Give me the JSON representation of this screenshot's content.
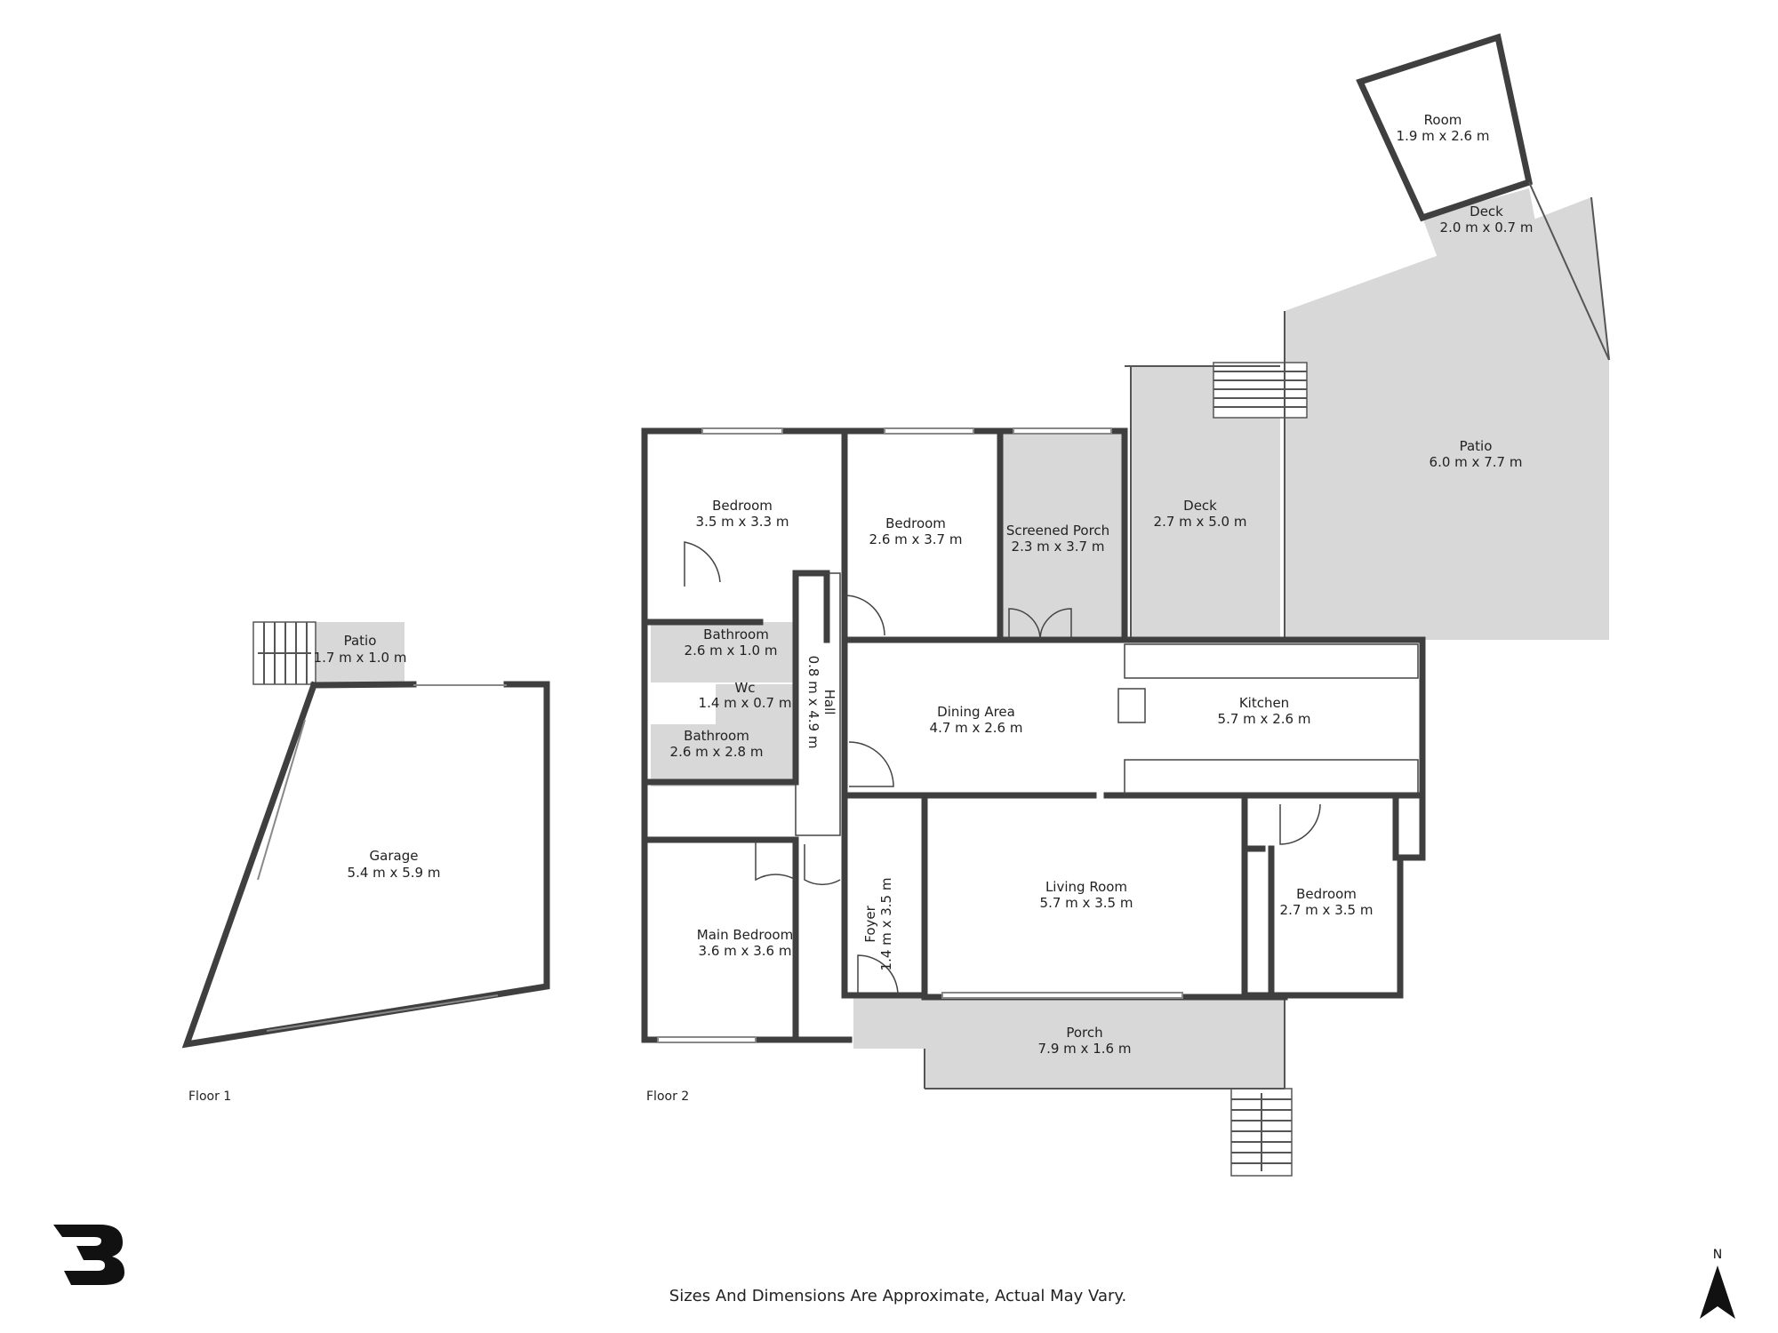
{
  "floor_labels": {
    "floor1": "Floor 1",
    "floor2": "Floor 2"
  },
  "disclaimer": "Sizes And Dimensions Are Approximate, Actual May Vary.",
  "compass": {
    "label": "N"
  },
  "rooms": {
    "garage": {
      "name": "Garage",
      "dims": "5.4 m x 5.9 m"
    },
    "patio_small": {
      "name": "Patio",
      "dims": "1.7 m x 1.0 m"
    },
    "bedroom_nw": {
      "name": "Bedroom",
      "dims": "3.5 m x 3.3 m"
    },
    "bedroom_n": {
      "name": "Bedroom",
      "dims": "2.6 m x 3.7 m"
    },
    "screened_porch": {
      "name": "Screened Porch",
      "dims": "2.3 m x 3.7 m"
    },
    "deck_main": {
      "name": "Deck",
      "dims": "2.7 m x 5.0 m"
    },
    "patio_large": {
      "name": "Patio",
      "dims": "6.0 m x 7.7 m"
    },
    "room_ne": {
      "name": "Room",
      "dims": "1.9 m x 2.6 m"
    },
    "deck_small": {
      "name": "Deck",
      "dims": "2.0 m x 0.7 m"
    },
    "bathroom_top": {
      "name": "Bathroom",
      "dims": "2.6 m x 1.0 m"
    },
    "wc": {
      "name": "Wc",
      "dims": "1.4 m x 0.7 m"
    },
    "bathroom_mid": {
      "name": "Bathroom",
      "dims": "2.6 m x 2.8 m"
    },
    "hall": {
      "name": "Hall",
      "dims": "0.8 m x 4.9 m"
    },
    "dining": {
      "name": "Dining Area",
      "dims": "4.7 m x 2.6 m"
    },
    "kitchen": {
      "name": "Kitchen",
      "dims": "5.7 m x 2.6 m"
    },
    "foyer": {
      "name": "Foyer",
      "dims": "1.4 m x 3.5 m"
    },
    "living": {
      "name": "Living Room",
      "dims": "5.7 m x 3.5 m"
    },
    "bedroom_e": {
      "name": "Bedroom",
      "dims": "2.7 m x 3.5 m"
    },
    "main_bedroom": {
      "name": "Main Bedroom",
      "dims": "3.6 m x 3.6 m"
    },
    "porch": {
      "name": "Porch",
      "dims": "7.9 m x 1.6 m"
    }
  }
}
